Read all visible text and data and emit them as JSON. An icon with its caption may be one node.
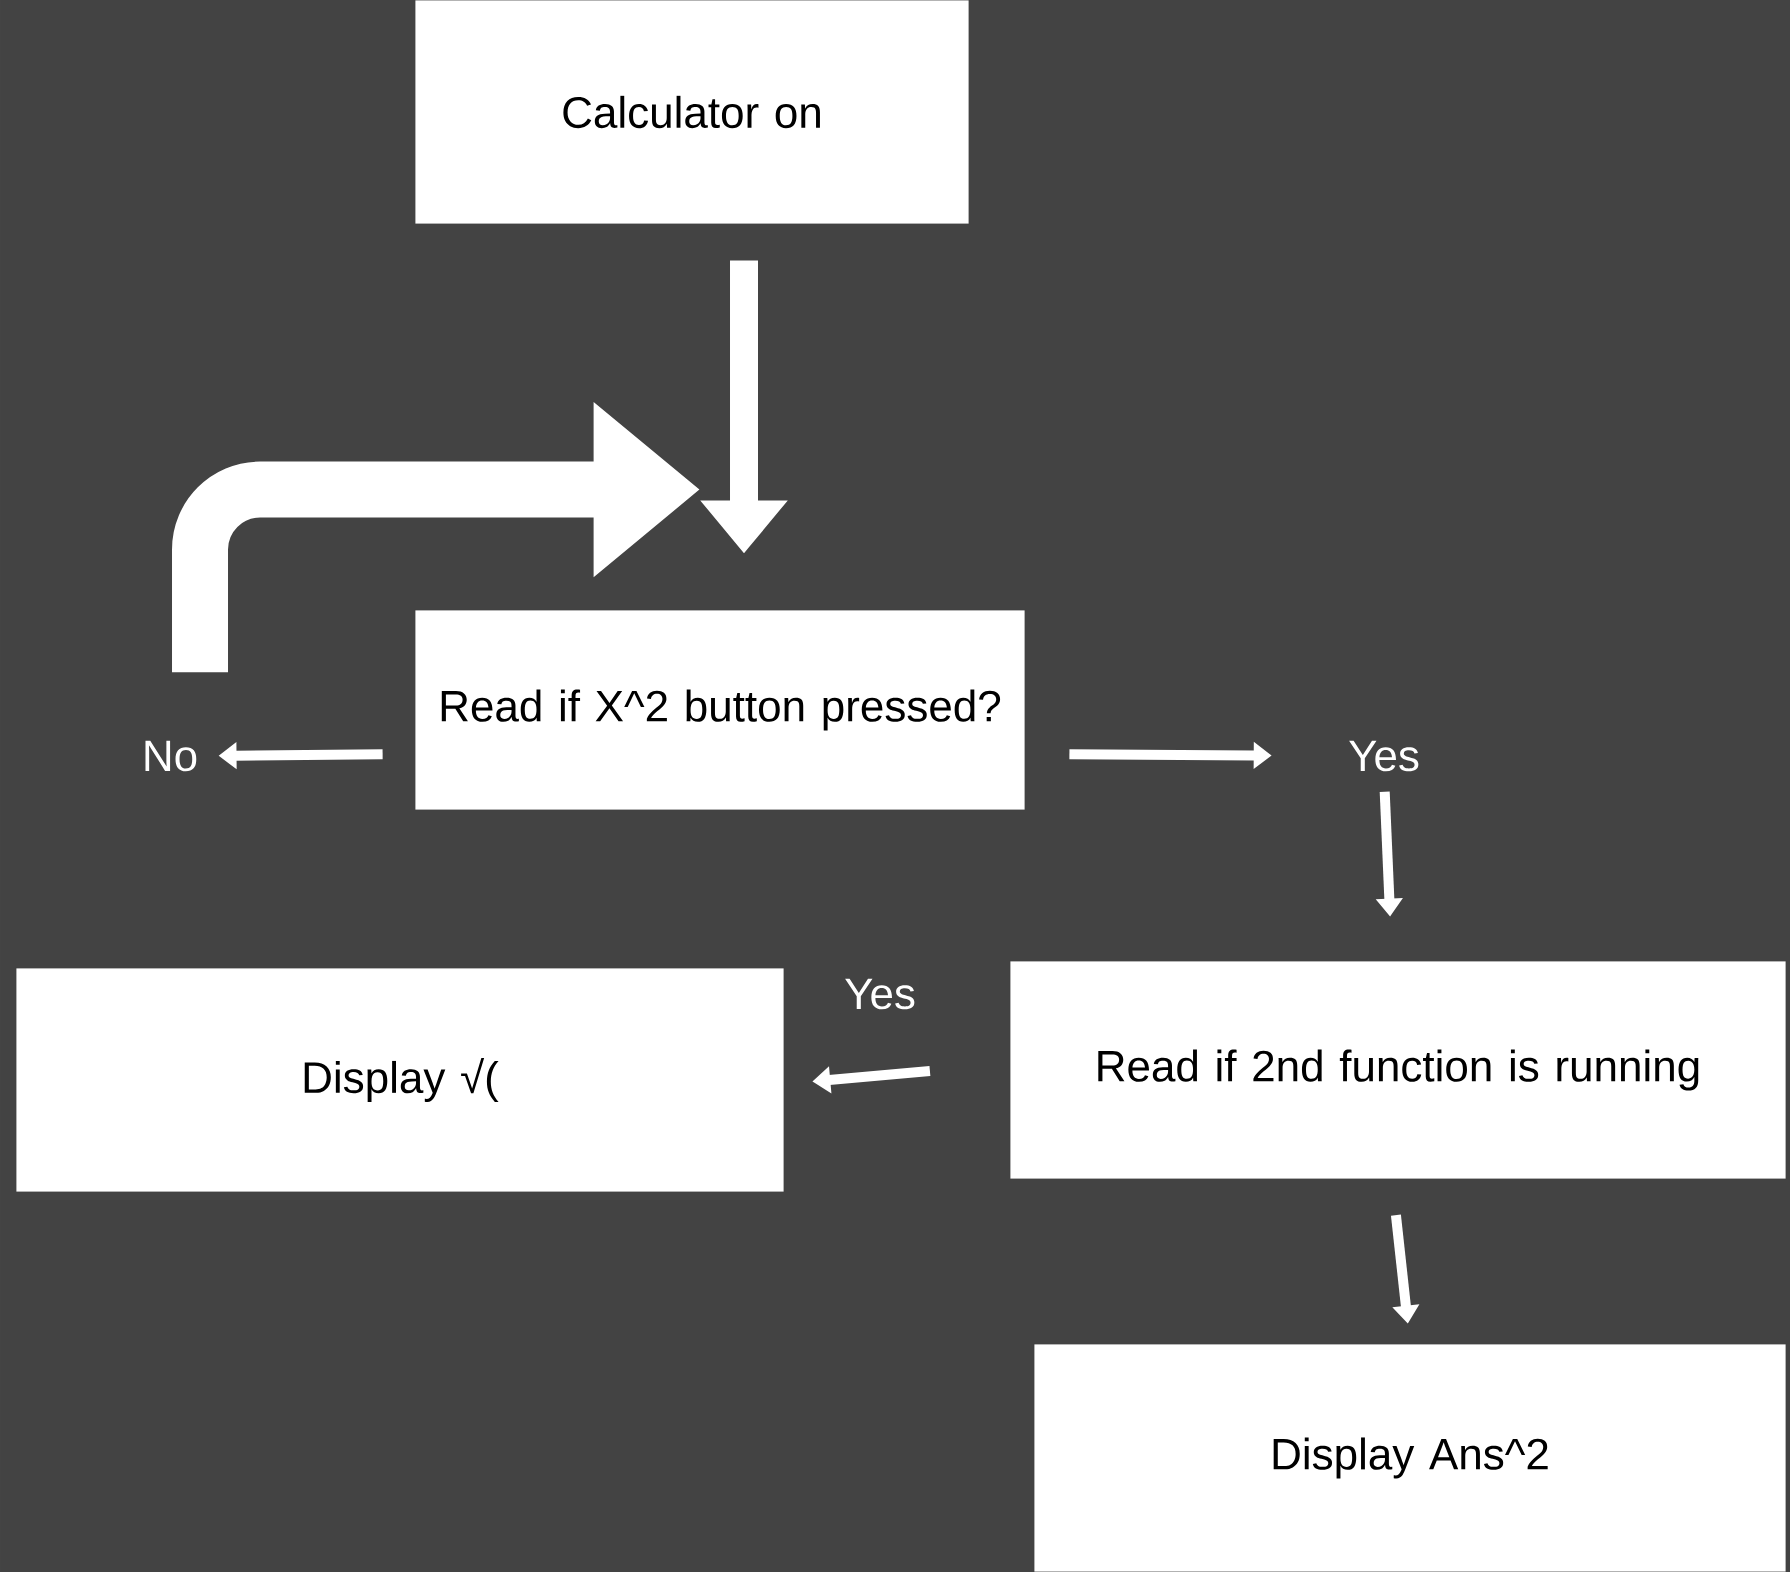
{
  "diagram": {
    "nodes": [
      {
        "text": [
          "Calculator on"
        ]
      },
      {
        "text": [
          "Read if X^2 button pressed?"
        ]
      },
      {
        "text": [
          "No"
        ]
      },
      {
        "text": [
          "Yes"
        ]
      },
      {
        "text": [
          "Read if 2nd function is running"
        ]
      },
      {
        "text": [
          "Display √("
        ]
      },
      {
        "text": [
          "Display Ans^2"
        ]
      }
    ],
    "edges": [
      {
        "from": 0,
        "to": 1,
        "arrow": "to",
        "style": "thick"
      },
      {
        "from": 1,
        "to": 2,
        "arrow": "to"
      },
      {
        "from": 2,
        "to": 1,
        "arrow": "to",
        "style": "thick"
      },
      {
        "from": 1,
        "to": 3,
        "arrow": "to"
      },
      {
        "from": 3,
        "to": 4,
        "arrow": "to"
      },
      {
        "from": 4,
        "to": 5,
        "arrow": "to",
        "label": "Yes"
      },
      {
        "from": 4,
        "to": 6,
        "arrow": "to"
      }
    ]
  }
}
